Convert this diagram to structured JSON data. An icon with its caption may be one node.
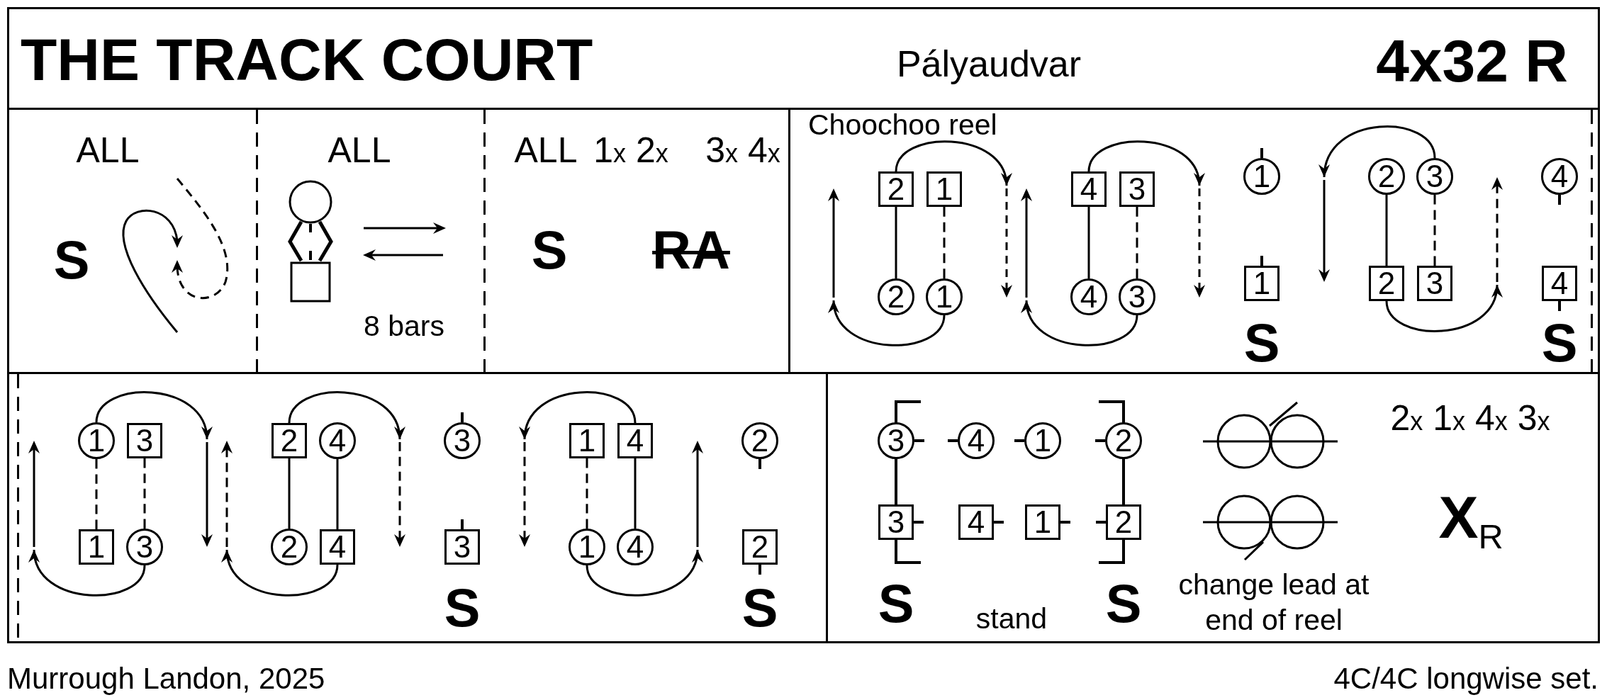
{
  "diagram": {
    "title": "THE TRACK COURT",
    "nodes": [
      {
        "text": [
          "ALL",
          "S"
        ]
      },
      {
        "text": [
          "ALL",
          "8 bars"
        ]
      },
      {
        "text": [
          "ALL",
          "1$_{x}$ 2$_{x}$",
          "3$_{x}$ 4$_{x}$",
          "S",
          "RA"
        ]
      },
      {
        "text": [
          "Choochoo reel",
          "S",
          "S"
        ]
      },
      {
        "text": [
          "2"
        ],
        "in": 3
      },
      {
        "text": [
          "1"
        ],
        "in": 3
      },
      {
        "text": [
          "4"
        ],
        "in": 3
      },
      {
        "text": [
          "3"
        ],
        "in": 3
      },
      {
        "text": [
          "1"
        ],
        "in": 3
      },
      {
        "text": [
          "2"
        ],
        "in": 3
      },
      {
        "text": [
          "3"
        ],
        "in": 3
      },
      {
        "text": [
          "4"
        ],
        "in": 3
      },
      {
        "text": [
          "2"
        ],
        "in": 3
      },
      {
        "text": [
          "1"
        ],
        "in": 3
      },
      {
        "text": [
          "4"
        ],
        "in": 3
      },
      {
        "text": [
          "3"
        ],
        "in": 3
      },
      {
        "text": [
          "1"
        ],
        "in": 3
      },
      {
        "text": [
          "2"
        ],
        "in": 3
      },
      {
        "text": [
          "3"
        ],
        "in": 3
      },
      {
        "text": [
          "4"
        ],
        "in": 3
      },
      {
        "text": [
          "S",
          "S"
        ]
      },
      {
        "text": [
          "1"
        ],
        "in": 20
      },
      {
        "text": [
          "3"
        ],
        "in": 20
      },
      {
        "text": [
          "2"
        ],
        "in": 20
      },
      {
        "text": [
          "4"
        ],
        "in": 20
      },
      {
        "text": [
          "3"
        ],
        "in": 20
      },
      {
        "text": [
          "1"
        ],
        "in": 20
      },
      {
        "text": [
          "4"
        ],
        "in": 20
      },
      {
        "text": [
          "2"
        ],
        "in": 20
      },
      {
        "text": [
          "1"
        ],
        "in": 20
      },
      {
        "text": [
          "3"
        ],
        "in": 20
      },
      {
        "text": [
          "2"
        ],
        "in": 20
      },
      {
        "text": [
          "4"
        ],
        "in": 20
      },
      {
        "text": [
          "3"
        ],
        "in": 20
      },
      {
        "text": [
          "1"
        ],
        "in": 20
      },
      {
        "text": [
          "4"
        ],
        "in": 20
      },
      {
        "text": [
          "2"
        ],
        "in": 20
      },
      {
        "text": [
          "2$_{x}$ 1$_{x}$ 4$_{x}$ 3$_{x}$",
          "**X**$_{R}$",
          "S",
          "stand",
          "S",
          "change lead at end of reel"
        ]
      },
      {
        "text": [
          "3"
        ],
        "in": 37
      },
      {
        "text": [
          "4"
        ],
        "in": 37
      },
      {
        "text": [
          "1"
        ],
        "in": 37
      },
      {
        "text": [
          "2"
        ],
        "in": 37
      },
      {
        "text": [
          "3"
        ],
        "in": 37
      },
      {
        "text": [
          "4"
        ],
        "in": 37
      },
      {
        "text": [
          "1"
        ],
        "in": 37
      },
      {
        "text": [
          "2"
        ],
        "in": 37
      }
    ],
    "edges": [
      {
        "from": 4,
        "to": 12,
        "arrow": "none"
      },
      {
        "from": 5,
        "to": 13,
        "arrow": "none",
        "style": "dashed"
      },
      {
        "from": 6,
        "to": 14,
        "arrow": "none"
      },
      {
        "from": 7,
        "to": 15,
        "arrow": "none",
        "style": "dashed"
      },
      {
        "from": 9,
        "to": 17,
        "arrow": "none"
      },
      {
        "from": 10,
        "to": 18,
        "arrow": "none",
        "style": "dashed"
      },
      {
        "from": 4,
        "to": null,
        "arrow": "to"
      },
      {
        "from": 13,
        "to": null,
        "arrow": "to"
      },
      {
        "from": 6,
        "to": null,
        "arrow": "to"
      },
      {
        "from": 15,
        "to": null,
        "arrow": "to"
      },
      {
        "from": 10,
        "to": null,
        "arrow": "to"
      },
      {
        "from": 17,
        "to": null,
        "arrow": "to"
      },
      {
        "from": 21,
        "to": 29,
        "arrow": "none",
        "style": "dashed"
      },
      {
        "from": 22,
        "to": 30,
        "arrow": "none",
        "style": "dashed"
      },
      {
        "from": 23,
        "to": 31,
        "arrow": "none"
      },
      {
        "from": 24,
        "to": 32,
        "arrow": "none"
      },
      {
        "from": 26,
        "to": 34,
        "arrow": "none",
        "style": "dashed"
      },
      {
        "from": 27,
        "to": 35,
        "arrow": "none"
      },
      {
        "from": 21,
        "to": null,
        "arrow": "to"
      },
      {
        "from": 30,
        "to": null,
        "arrow": "to"
      },
      {
        "from": 23,
        "to": null,
        "arrow": "to"
      },
      {
        "from": 32,
        "to": null,
        "arrow": "to"
      },
      {
        "from": 27,
        "to": null,
        "arrow": "to"
      },
      {
        "from": 34,
        "to": null,
        "arrow": "to"
      }
    ],
    "labels": [
      "Pályaudvar",
      "4x32 R",
      "Murrough Landon, 2025",
      "4C/4C longwise set."
    ]
  }
}
